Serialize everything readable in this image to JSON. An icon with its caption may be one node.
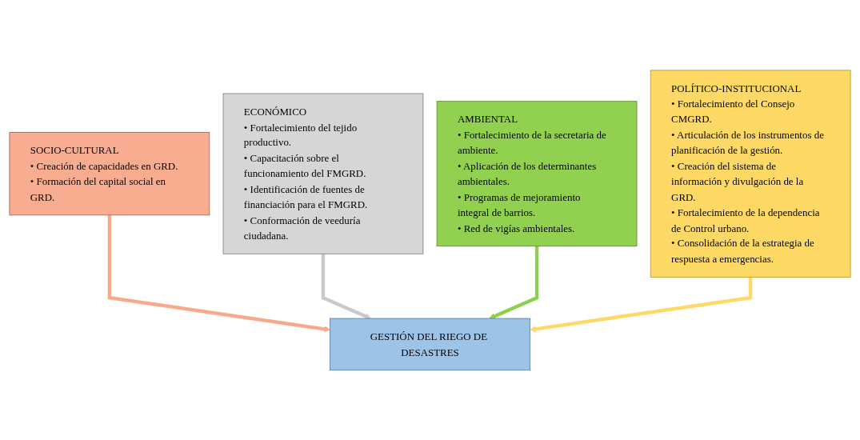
{
  "diagram": {
    "nodes": [
      {
        "text": [
          "GESTIÓN DEL RIEGO DE DESASTRES"
        ]
      },
      {
        "text": [
          "SOCIO-CULTURAL",
          "• Creación de capacidades en GRD.",
          "• Formación del capital social en GRD."
        ]
      },
      {
        "text": [
          "ECONÓMICO",
          "• Fortalecimiento del tejido productivo.",
          "• Capacitación sobre el funcionamiento del FMGRD.",
          "• Identificación de fuentes de financiación para el FMGRD.",
          "• Conformación de veeduría ciudadana."
        ]
      },
      {
        "text": [
          "AMBIENTAL",
          "• Fortalecimiento de la secretaria de ambiente.",
          "• Aplicación de los determinantes ambientales.",
          "• Programas de mejoramiento integral de barrios.",
          "• Red de vigías ambientales."
        ]
      },
      {
        "text": [
          "POLÍTICO-INSTITUCIONAL",
          "• Fortalecimiento del Consejo CMGRD.",
          "• Articulación de los instrumentos de planificación de la gestión.",
          "• Creación del sistema de información y divulgación de la GRD.",
          "• Fortalecimiento de la dependencia de Control urbano.",
          "• Consolidación de la estrategia de respuesta a emergencias."
        ]
      }
    ],
    "edges": [
      {
        "from": 1,
        "to": 0,
        "arrow": "to",
        "color": "#f8a98b"
      },
      {
        "from": 2,
        "to": 0,
        "arrow": "to",
        "color": "#c9c9c9"
      },
      {
        "from": 3,
        "to": 0,
        "arrow": "to",
        "color": "#8fcf4f"
      },
      {
        "from": 4,
        "to": 0,
        "arrow": "to",
        "color": "#ffd966"
      }
    ]
  }
}
